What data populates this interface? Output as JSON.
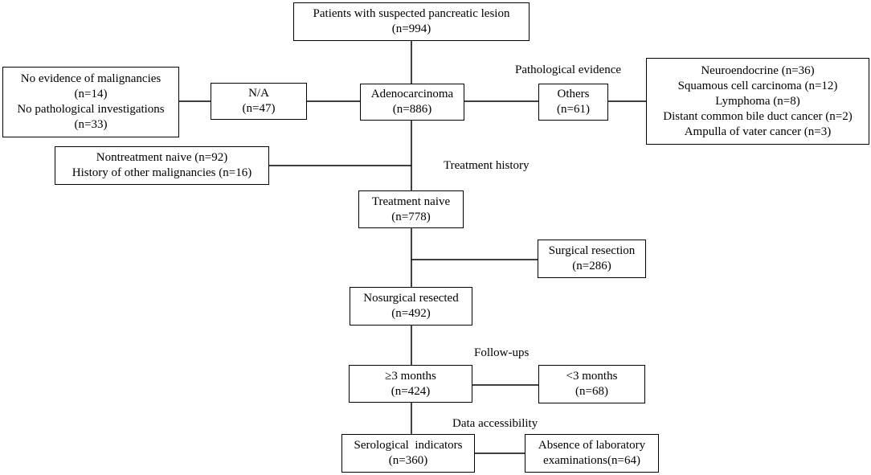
{
  "nodes": {
    "patients": {
      "lines": [
        "Patients with suspected pancreatic lesion",
        "(n=994)"
      ]
    },
    "no_evidence": {
      "lines": [
        "No evidence of malignancies",
        "(n=14)",
        "No pathological investigations",
        "(n=33)"
      ]
    },
    "na": {
      "lines": [
        "N/A",
        "(n=47)"
      ]
    },
    "adenocarcinoma": {
      "lines": [
        "Adenocarcinoma",
        "(n=886)"
      ]
    },
    "others": {
      "lines": [
        "Others",
        "(n=61)"
      ]
    },
    "others_detail": {
      "lines": [
        "Neuroendocrine (n=36)",
        "Squamous cell carcinoma (n=12)",
        "Lymphoma (n=8)",
        "Distant common bile duct cancer (n=2)",
        "Ampulla of vater cancer (n=3)"
      ]
    },
    "nontreatment": {
      "lines": [
        "Nontreatment naive (n=92)",
        "History of other malignancies (n=16)"
      ]
    },
    "treatment_naive": {
      "lines": [
        "Treatment naive",
        "(n=778)"
      ]
    },
    "surgical_resection": {
      "lines": [
        "Surgical resection",
        "(n=286)"
      ]
    },
    "nosurgical": {
      "lines": [
        "Nosurgical resected",
        "(n=492)"
      ]
    },
    "ge3_months": {
      "lines": [
        "≥3 months",
        "(n=424)"
      ]
    },
    "lt3_months": {
      "lines": [
        "<3 months",
        "(n=68)"
      ]
    },
    "serological": {
      "lines": [
        "Serological  indicators",
        "(n=360)"
      ]
    },
    "absence_lab": {
      "lines": [
        "Absence of laboratory",
        "examinations(n=64)"
      ]
    }
  },
  "labels": {
    "pathological_evidence": "Pathological evidence",
    "treatment_history": "Treatment history",
    "follow_ups": "Follow-ups",
    "data_accessibility": "Data accessibility"
  }
}
